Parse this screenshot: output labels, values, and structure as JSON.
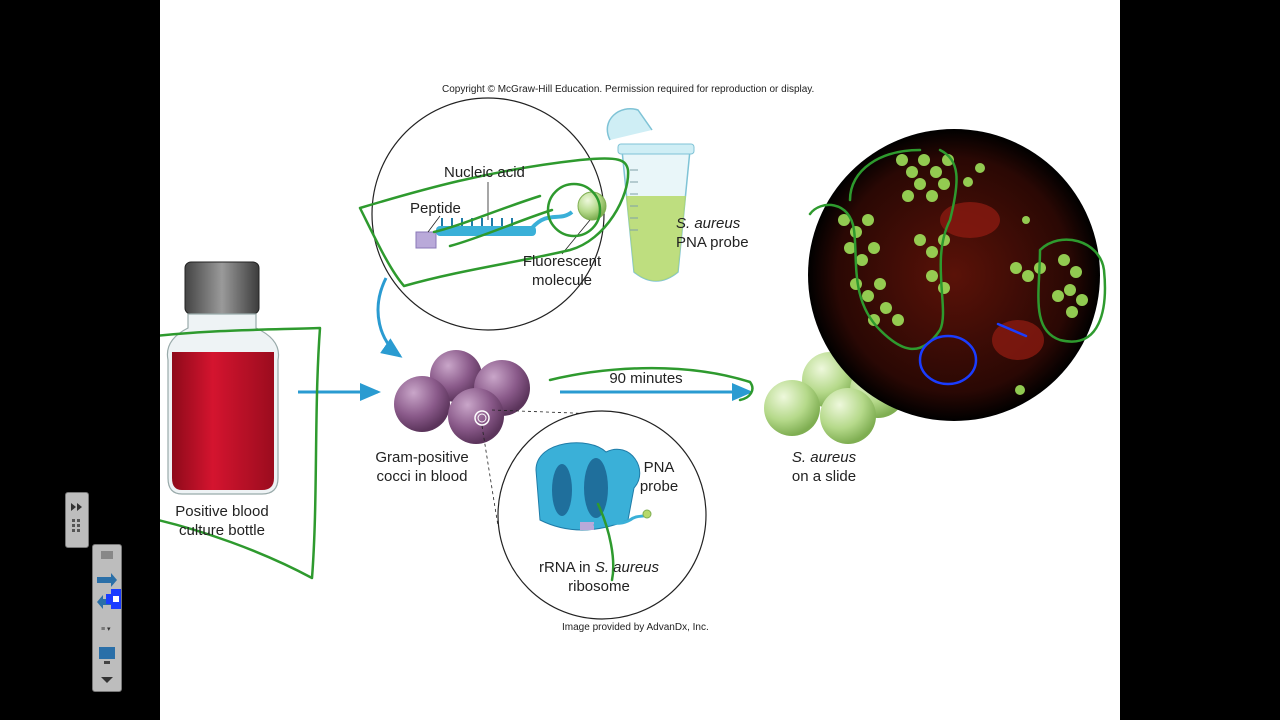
{
  "slide": {
    "copyright": "Copyright © McGraw-Hill Education. Permission required for reproduction or display.",
    "image_credit": "Image provided by AdvanDx, Inc.",
    "labels": {
      "nucleic_acid": "Nucleic acid",
      "peptide": "Peptide",
      "probe_species": "S. aureus",
      "probe_text": "PNA probe",
      "fluorescent_1": "Fluorescent",
      "fluorescent_2": "molecule",
      "bottle_1": "Positive blood",
      "bottle_2": "culture bottle",
      "cocci_1": "Gram-positive",
      "cocci_2": "cocci in blood",
      "minutes": "90 minutes",
      "slide_species": "S. aureus",
      "slide_text": "on a slide",
      "pna_1": "PNA",
      "pna_2": "probe",
      "rrna_prefix": "rRNA in ",
      "rrna_species": "S. aureus",
      "rrna_2": "ribosome"
    }
  },
  "colors": {
    "blood": "#c8102e",
    "arrow": "#2a9bd1",
    "cocci": "#8a5a8a",
    "green_cocci": "#b5d98a",
    "annotation_green": "#2e9a2e",
    "annotation_blue": "#1a3cff",
    "ribosome": "#3ab0d8"
  },
  "toolbar": {
    "icons": [
      "expand-icon",
      "keypad-icon",
      "grid-icon",
      "forward-arrow-icon",
      "back-arrow-icon",
      "pointer-icon",
      "settings-icon",
      "screen-icon",
      "dropdown-icon"
    ]
  }
}
